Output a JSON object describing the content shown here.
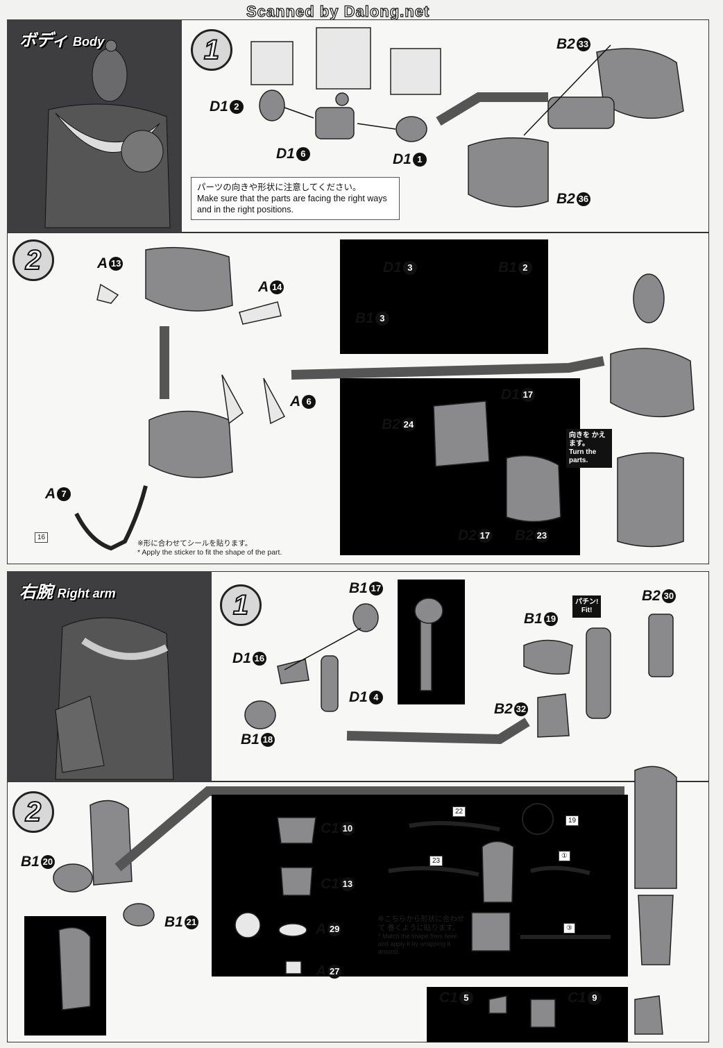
{
  "watermark": "Scanned by Dalong.net",
  "sections": {
    "body": {
      "title_jp": "ボディ",
      "title_en": "Body"
    },
    "right_arm": {
      "title_jp": "右腕",
      "title_en": "Right arm"
    }
  },
  "steps": {
    "one": "1",
    "two": "2"
  },
  "body_step1": {
    "labels": {
      "d1_2": {
        "code": "D1",
        "num": "2"
      },
      "d1_6": {
        "code": "D1",
        "num": "6"
      },
      "d1_1": {
        "code": "D1",
        "num": "1"
      },
      "b2_33": {
        "code": "B2",
        "num": "33"
      },
      "b2_36": {
        "code": "B2",
        "num": "36"
      }
    },
    "note_jp": "パーツの向きや形状に注意してください。",
    "note_en": "Make sure that the parts are facing the right ways and in the right positions.",
    "order": {
      "a": "1",
      "b": "2"
    }
  },
  "body_step2": {
    "labels": {
      "a13": {
        "code": "A",
        "num": "13"
      },
      "a14": {
        "code": "A",
        "num": "14"
      },
      "a6": {
        "code": "A",
        "num": "6"
      },
      "a7": {
        "code": "A",
        "num": "7"
      },
      "d1_3": {
        "code": "D1",
        "num": "3"
      },
      "b1_2": {
        "code": "B1",
        "num": "2"
      },
      "b1_3": {
        "code": "B1",
        "num": "3"
      },
      "d1_17": {
        "code": "D1",
        "num": "17"
      },
      "b2_24": {
        "code": "B2",
        "num": "24"
      },
      "d2_17": {
        "code": "D2",
        "num": "17"
      },
      "b2_23": {
        "code": "B2",
        "num": "23"
      }
    },
    "sticker": "16",
    "note_jp": "※形に合わせてシールを貼ります。",
    "note_en": "* Apply the sticker to fit the shape of the part.",
    "callout_jp": "向きを かえます。",
    "callout_en": "Turn the parts."
  },
  "arm_step1": {
    "labels": {
      "b1_17": {
        "code": "B1",
        "num": "17"
      },
      "d1_16": {
        "code": "D1",
        "num": "16"
      },
      "d1_4": {
        "code": "D1",
        "num": "4"
      },
      "b1_18": {
        "code": "B1",
        "num": "18"
      },
      "b1_19": {
        "code": "B1",
        "num": "19"
      },
      "b2_30": {
        "code": "B2",
        "num": "30"
      },
      "b2_32": {
        "code": "B2",
        "num": "32"
      }
    },
    "fit_jp": "パチン!",
    "fit_en": "Fit!"
  },
  "arm_step2": {
    "labels": {
      "b1_20": {
        "code": "B1",
        "num": "20"
      },
      "b1_21": {
        "code": "B1",
        "num": "21"
      },
      "c1_10": {
        "code": "C1",
        "num": "10"
      },
      "c1_13": {
        "code": "C1",
        "num": "13"
      },
      "a29": {
        "code": "A",
        "num": "29"
      },
      "a27": {
        "code": "A",
        "num": "27"
      },
      "c1_5": {
        "code": "C1",
        "num": "5"
      },
      "c1_9": {
        "code": "C1",
        "num": "9"
      }
    },
    "stickers": {
      "s22": "22",
      "s19": "19",
      "s23": "23",
      "s1": "①",
      "s3": "③"
    },
    "wrap_jp": "※こちらから形状に合わせて 巻くように貼ります。",
    "wrap_en": "* Match the shape from here and apply it by wrapping it around."
  }
}
